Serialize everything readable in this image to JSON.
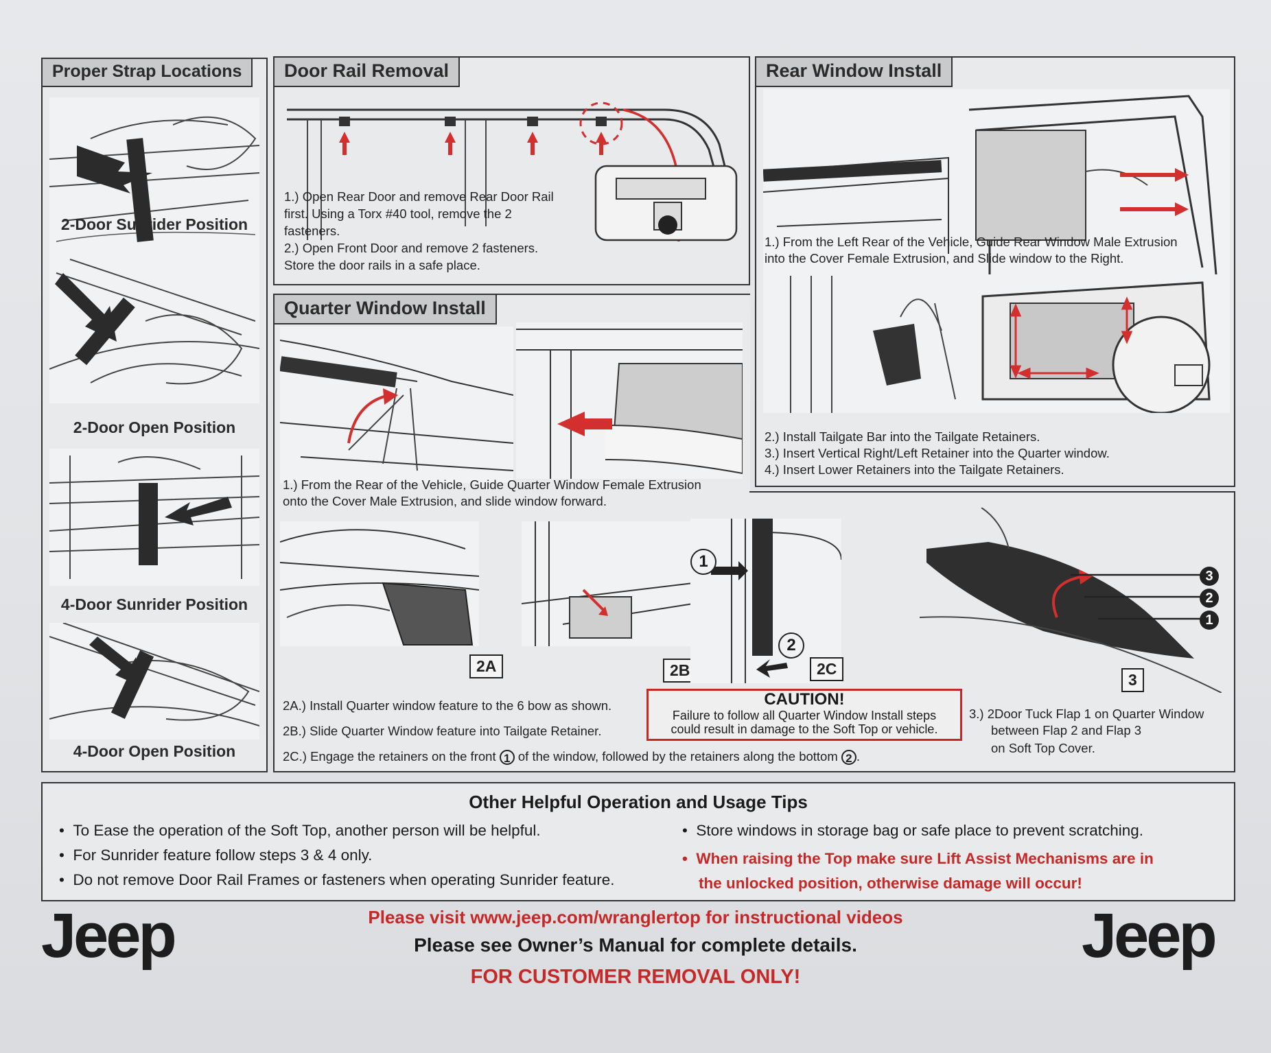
{
  "strap_panel": {
    "title": "Proper Strap Locations",
    "positions": [
      "2-Door Sunrider Position",
      "2-Door Open Position",
      "4-Door Sunrider Position",
      "4-Door Open Position"
    ]
  },
  "door_rail": {
    "title": "Door Rail Removal",
    "steps": [
      "1.) Open Rear Door and remove Rear Door Rail",
      "first. Using a Torx #40 tool, remove the 2",
      "fasteners.",
      "2.) Open Front Door and remove 2 fasteners.",
      "Store the door rails in a safe place."
    ]
  },
  "quarter_window": {
    "title": "Quarter Window Install",
    "step1": [
      "1.) From the Rear of the Vehicle, Guide Quarter Window Female Extrusion",
      "onto the Cover Male Extrusion, and slide window forward."
    ],
    "tags": [
      "2A",
      "2B",
      "2C"
    ],
    "step2a": "2A.) Install Quarter window feature to the 6 bow as shown.",
    "step2b": "2B.) Slide Quarter Window feature into Tailgate Retainer.",
    "step2c_pre": "2C.) Engage the retainers on the front",
    "step2c_mid": "of the window, followed by the retainers along the bottom",
    "step2c_post": ".",
    "circle1": "1",
    "circle2": "2"
  },
  "caution": {
    "title": "CAUTION!",
    "line1": "Failure to follow all Quarter Window Install steps",
    "line2": "could result in damage to the Soft Top or vehicle."
  },
  "rear_window": {
    "title": "Rear Window Install",
    "step1": [
      "1.) From the Left Rear of the Vehicle, Guide Rear Window Male Extrusion",
      "into the Cover Female Extrusion, and Slide window to the Right."
    ],
    "steps234": [
      "2.) Install Tailgate Bar into the Tailgate Retainers.",
      "3.) Insert Vertical Right/Left Retainer into the Quarter window.",
      "4.) Insert Lower Retainers into the Tailgate Retainers."
    ]
  },
  "tuck_flap": {
    "tag": "3",
    "callouts": [
      "3",
      "2",
      "1"
    ],
    "text": [
      "3.) 2Door Tuck Flap 1 on Quarter Window",
      "between Flap 2 and Flap 3",
      "on Soft Top Cover."
    ]
  },
  "tips": {
    "title": "Other Helpful Operation and Usage Tips",
    "left": [
      "To Ease the operation of the Soft Top, another person will be helpful.",
      "For Sunrider feature follow steps 3 & 4 only.",
      "Do not remove Door Rail Frames or fasteners when operating Sunrider feature."
    ],
    "right": "Store windows in storage bag or safe place to prevent scratching.",
    "warning_line1": "When raising the Top make sure Lift Assist Mechanisms are in",
    "warning_line2": "the unlocked position, otherwise damage will occur!"
  },
  "footer": {
    "video": "Please visit www.jeep.com/wranglertop for instructional videos",
    "manual": "Please see Owner’s Manual for complete details.",
    "customer": "FOR CUSTOMER REMOVAL ONLY!",
    "logo_left": "Jeep",
    "logo_right": "Jeep"
  },
  "colors": {
    "accent_red": "#c62828",
    "line": "#333333",
    "panel": "#e9eaec"
  }
}
